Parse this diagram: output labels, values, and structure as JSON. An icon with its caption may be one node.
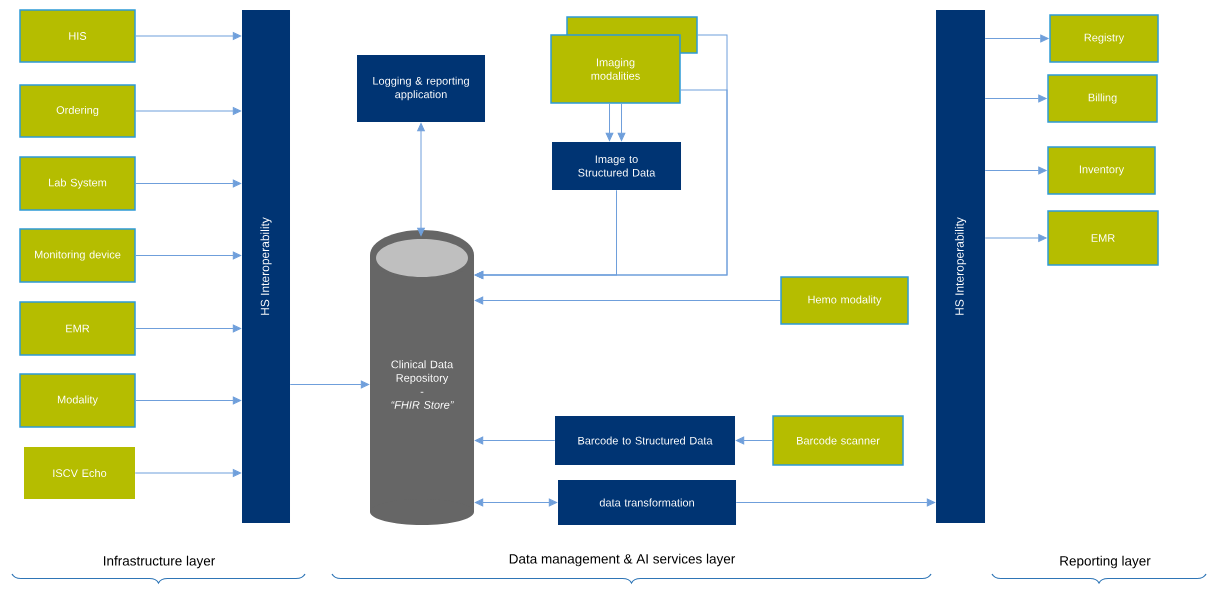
{
  "diagram": {
    "nodes": [
      {
        "text": [
          "HIS"
        ]
      },
      {
        "text": [
          "Ordering"
        ]
      },
      {
        "text": [
          "Lab System"
        ]
      },
      {
        "text": [
          "Monitoring device"
        ]
      },
      {
        "text": [
          "EMR"
        ]
      },
      {
        "text": [
          "Modality"
        ]
      },
      {
        "text": [
          "ISCV Echo"
        ]
      },
      {
        "text": [
          "HS Interoperability"
        ]
      },
      {
        "text": [
          "Logging & reporting application"
        ]
      },
      {
        "text": [],
        "shape": "box"
      },
      {
        "text": [
          "Imaging modalities"
        ]
      },
      {
        "text": [
          "Image to Structured Data"
        ]
      },
      {
        "text": [
          "Clinical Data Repository",
          "-",
          "“FHIR Store”"
        ]
      },
      {
        "text": [
          "Hemo modality"
        ]
      },
      {
        "text": [
          "Barcode to Structured Data"
        ]
      },
      {
        "text": [
          "Barcode scanner"
        ]
      },
      {
        "text": [
          "data transformation"
        ]
      },
      {
        "text": [
          "HS Interoperability"
        ]
      },
      {
        "text": [
          "Registry"
        ]
      },
      {
        "text": [
          "Billing"
        ]
      },
      {
        "text": [
          "Inventory"
        ]
      },
      {
        "text": [
          "EMR"
        ]
      }
    ],
    "edges": [
      {
        "from": 0,
        "to": 7,
        "arrow": "to"
      },
      {
        "from": 1,
        "to": 7,
        "arrow": "to"
      },
      {
        "from": 2,
        "to": 7,
        "arrow": "to"
      },
      {
        "from": 3,
        "to": 7,
        "arrow": "to"
      },
      {
        "from": 4,
        "to": 7,
        "arrow": "to"
      },
      {
        "from": 5,
        "to": 7,
        "arrow": "to"
      },
      {
        "from": 6,
        "to": 7,
        "arrow": "to"
      },
      {
        "from": 7,
        "to": 12,
        "arrow": "to"
      },
      {
        "from": 8,
        "to": 12,
        "arrow": "both"
      },
      {
        "from": 10,
        "to": 11,
        "arrow": "to"
      },
      {
        "from": 10,
        "to": 11,
        "arrow": "to"
      },
      {
        "from": 11,
        "to": 12,
        "arrow": "to"
      },
      {
        "from": 9,
        "to": 12,
        "arrow": "to"
      },
      {
        "from": 10,
        "to": 12,
        "arrow": "to"
      },
      {
        "from": 13,
        "to": 12,
        "arrow": "to"
      },
      {
        "from": 15,
        "to": 14,
        "arrow": "to"
      },
      {
        "from": 14,
        "to": 12,
        "arrow": "to"
      },
      {
        "from": 12,
        "to": 16,
        "arrow": "both"
      },
      {
        "from": 16,
        "to": 17,
        "arrow": "to"
      },
      {
        "from": 17,
        "to": 18,
        "arrow": "to"
      },
      {
        "from": 17,
        "to": 19,
        "arrow": "to"
      },
      {
        "from": 17,
        "to": 20,
        "arrow": "to"
      },
      {
        "from": 17,
        "to": 21,
        "arrow": "to"
      }
    ],
    "labels": [
      "Infrastructure layer",
      "Data management & AI services layer",
      "Reporting layer"
    ]
  }
}
